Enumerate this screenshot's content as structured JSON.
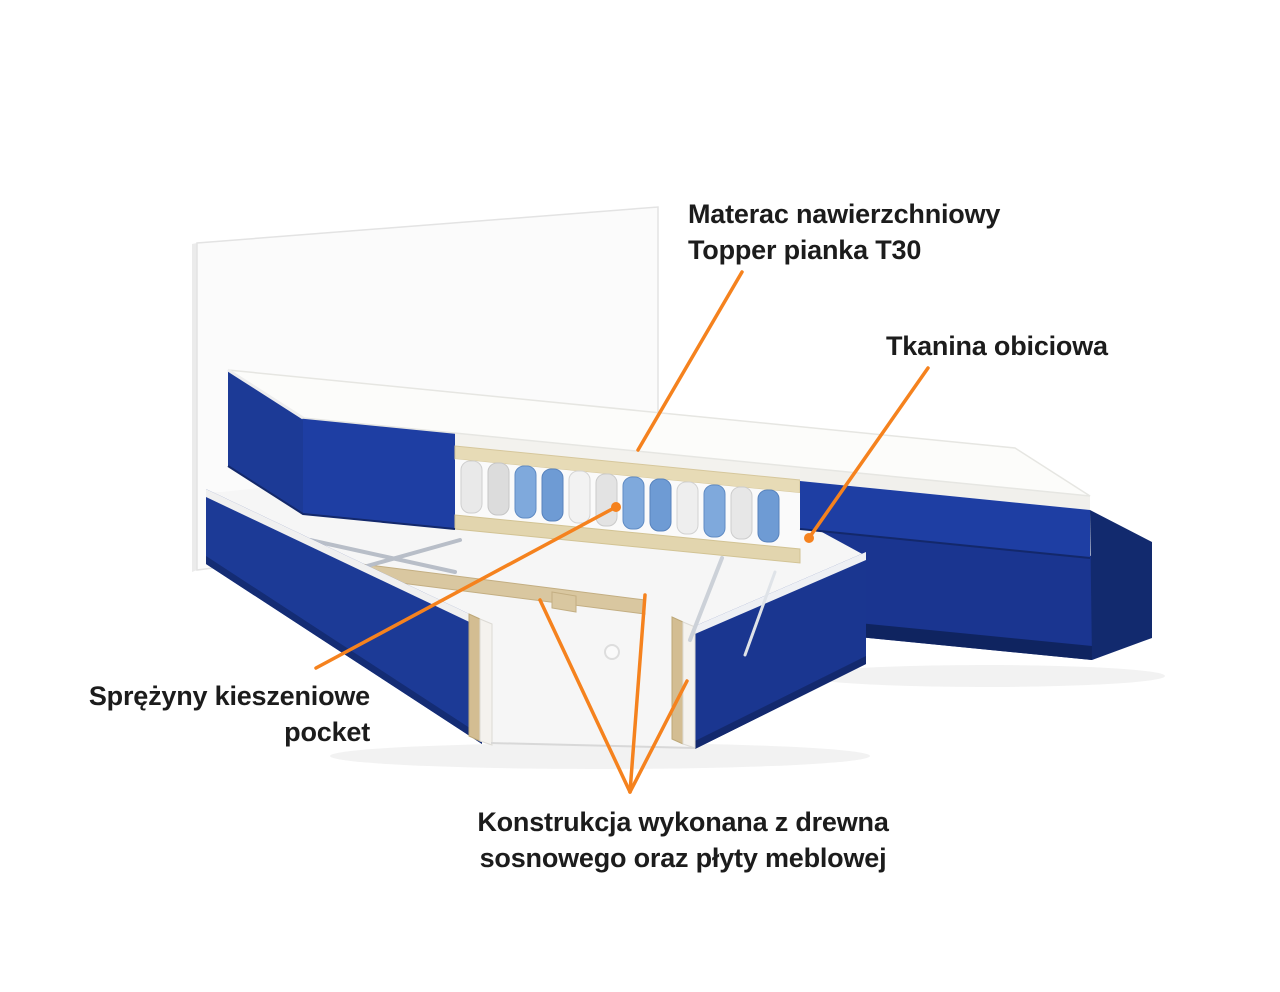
{
  "diagram": {
    "labels": {
      "topper": {
        "line1": "Materac nawierzchniowy",
        "line2": "Topper pianka T30"
      },
      "fabric": {
        "line1": "Tkanina obiciowa"
      },
      "springs": {
        "line1": "Sprężyny kieszeniowe",
        "line2": "pocket"
      },
      "construction": {
        "line1": "Konstrukcja wykonana z drewna",
        "line2": "sosnowego oraz płyty meblowej"
      }
    },
    "colors": {
      "accent_orange": "#F5821E",
      "text": "#1C1C1C",
      "fabric_blue": "#1C3A96",
      "fabric_blue_dark": "#122A6E",
      "wood": "#D5C096",
      "topper_white": "#FCFCFA",
      "background": "#FFFFFF"
    }
  }
}
